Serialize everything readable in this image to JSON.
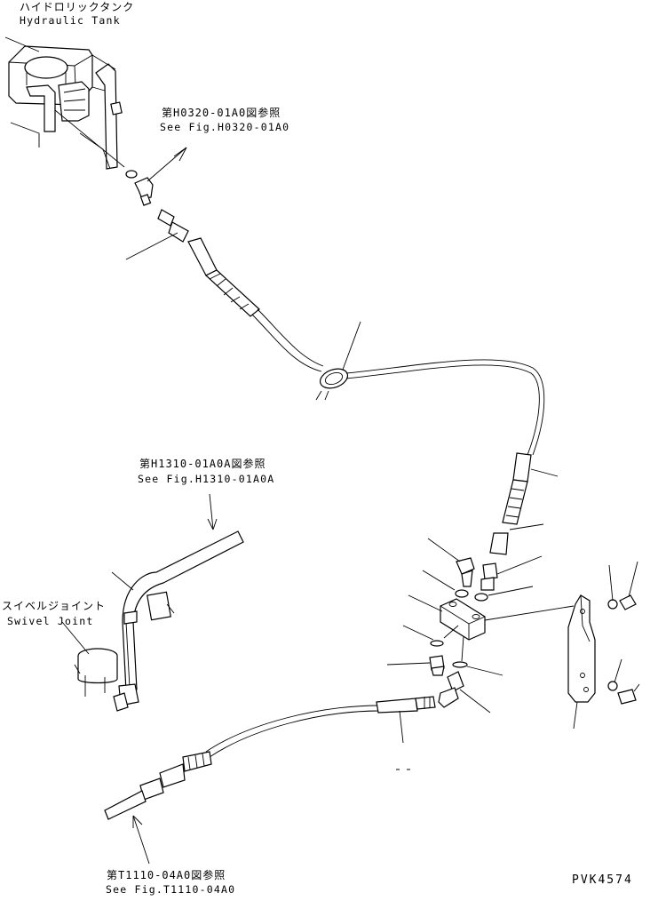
{
  "labels": {
    "hydraulic_tank_jp": "ハイドロリックタンク",
    "hydraulic_tank_en": "Hydraulic Tank",
    "ref_h0320_jp": "第H0320-01A0図参照",
    "ref_h0320_en": "See Fig.H0320-01A0",
    "ref_h1310_jp": "第H1310-01A0A図参照",
    "ref_h1310_en": "See Fig.H1310-01A0A",
    "swivel_joint_jp": "スイベルジョイント",
    "swivel_joint_en": "Swivel Joint",
    "ref_t1110_jp": "第T1110-04A0図参照",
    "ref_t1110_en": "See Fig.T1110-04A0",
    "drawing_code": "PVK4574"
  }
}
